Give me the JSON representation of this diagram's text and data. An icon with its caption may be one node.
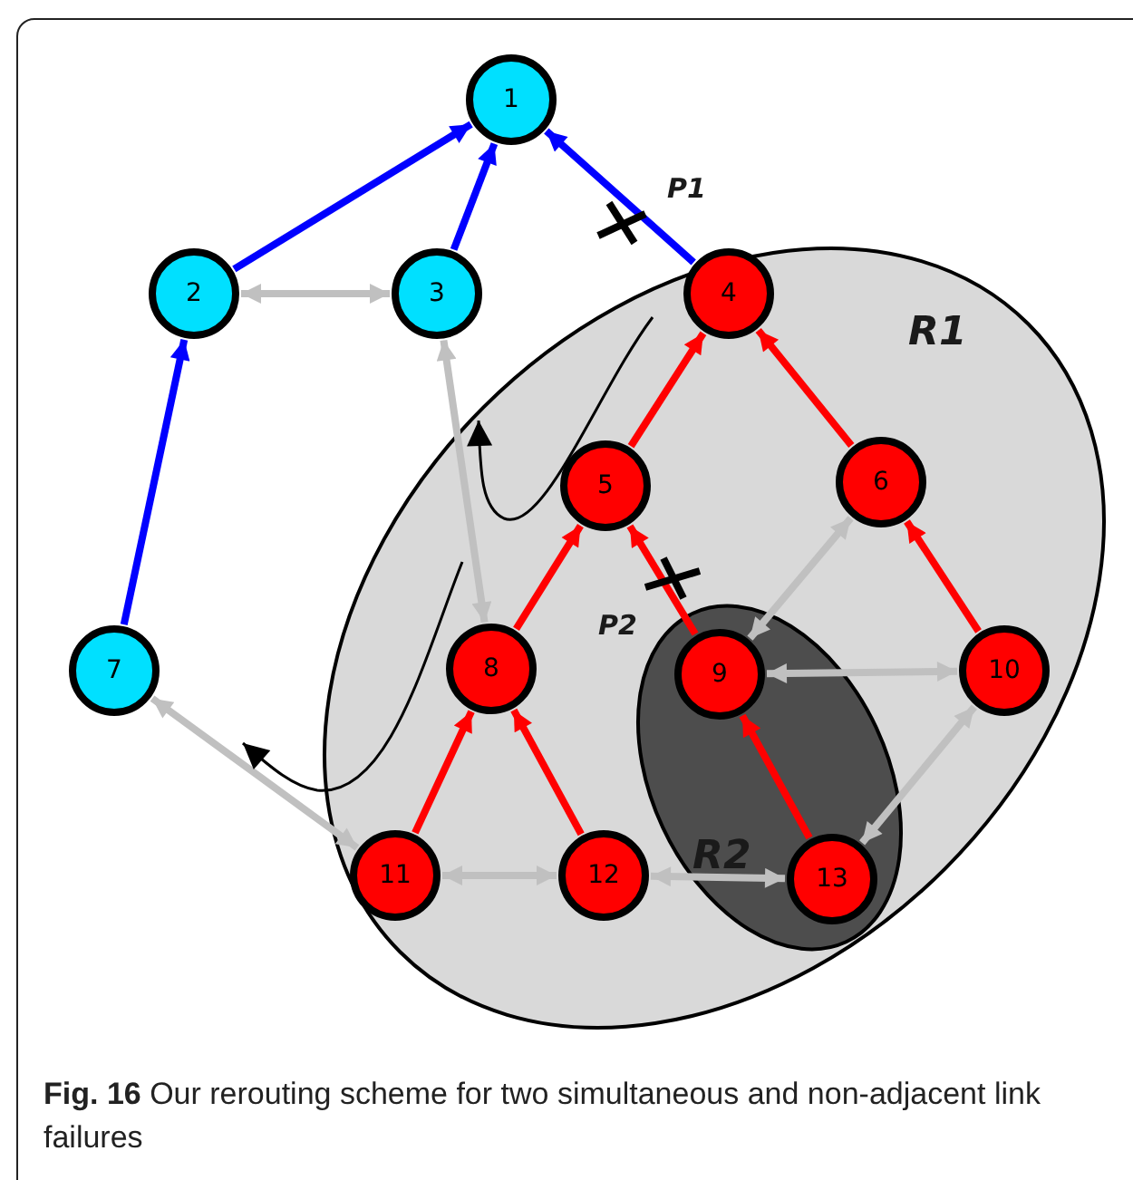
{
  "diagram": {
    "caption": "**Fig. 16** Our rerouting scheme for two simultaneous and non-adjacent link failures",
    "nodes": [
      {
        "text": [
          "R1"
        ]
      },
      {
        "text": [
          "R2"
        ],
        "in": 0
      },
      {
        "text": [
          "1"
        ]
      },
      {
        "text": [
          "2"
        ]
      },
      {
        "text": [
          "3"
        ]
      },
      {
        "text": [
          "4"
        ],
        "in": 0
      },
      {
        "text": [
          "5"
        ],
        "in": 0
      },
      {
        "text": [
          "6"
        ],
        "in": 0
      },
      {
        "text": [
          "7"
        ]
      },
      {
        "text": [
          "8"
        ],
        "in": 0
      },
      {
        "text": [
          "9"
        ],
        "in": 1
      },
      {
        "text": [
          "10"
        ],
        "in": 0
      },
      {
        "text": [
          "11"
        ],
        "in": 0
      },
      {
        "text": [
          "12"
        ],
        "in": 0
      },
      {
        "text": [
          "13"
        ],
        "in": 1
      }
    ],
    "edges": [
      {
        "from": 3,
        "to": 2,
        "arrow": "to",
        "color": "#0000ff"
      },
      {
        "from": 4,
        "to": 2,
        "arrow": "to",
        "color": "#0000ff"
      },
      {
        "from": 5,
        "to": 2,
        "arrow": "to",
        "color": "#0000ff"
      },
      {
        "from": 8,
        "to": 3,
        "arrow": "to",
        "color": "#0000ff"
      },
      {
        "from": 3,
        "to": 4,
        "arrow": "both",
        "color": "#c0c0c0"
      },
      {
        "from": 4,
        "to": 9,
        "arrow": "both",
        "color": "#c0c0c0"
      },
      {
        "from": 6,
        "to": 5,
        "arrow": "to",
        "color": "#ff0000"
      },
      {
        "from": 7,
        "to": 5,
        "arrow": "to",
        "color": "#ff0000"
      },
      {
        "from": 9,
        "to": 6,
        "arrow": "to",
        "color": "#ff0000"
      },
      {
        "from": 10,
        "to": 6,
        "arrow": "to",
        "color": "#ff0000"
      },
      {
        "from": 11,
        "to": 7,
        "arrow": "to",
        "color": "#ff0000"
      },
      {
        "from": 10,
        "to": 7,
        "arrow": "both",
        "color": "#c0c0c0"
      },
      {
        "from": 10,
        "to": 11,
        "arrow": "both",
        "color": "#c0c0c0"
      },
      {
        "from": 12,
        "to": 9,
        "arrow": "to",
        "color": "#ff0000"
      },
      {
        "from": 13,
        "to": 9,
        "arrow": "to",
        "color": "#ff0000"
      },
      {
        "from": 14,
        "to": 10,
        "arrow": "to",
        "color": "#ff0000"
      },
      {
        "from": 11,
        "to": 14,
        "arrow": "both",
        "color": "#c0c0c0"
      },
      {
        "from": 12,
        "to": 13,
        "arrow": "both",
        "color": "#c0c0c0"
      },
      {
        "from": 13,
        "to": 14,
        "arrow": "both",
        "color": "#c0c0c0"
      },
      {
        "from": 12,
        "to": 8,
        "arrow": "both",
        "color": "#c0c0c0"
      }
    ],
    "labels": [
      "P1",
      "P2"
    ]
  }
}
